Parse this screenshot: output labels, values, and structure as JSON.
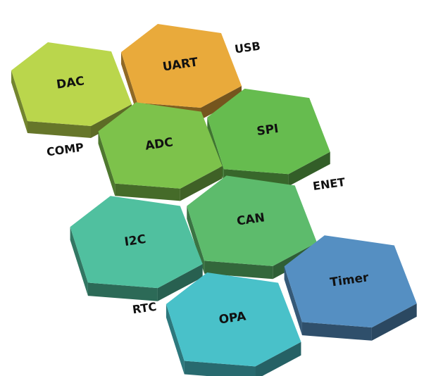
{
  "hexagons": [
    {
      "id": "dac",
      "label": "DAC",
      "color": "#bad64c"
    },
    {
      "id": "uart",
      "label": "UART",
      "color": "#e9aa3b"
    },
    {
      "id": "adc",
      "label": "ADC",
      "color": "#7dc24b"
    },
    {
      "id": "spi",
      "label": "SPI",
      "color": "#66bc4f"
    },
    {
      "id": "i2c",
      "label": "I2C",
      "color": "#50c09f"
    },
    {
      "id": "can",
      "label": "CAN",
      "color": "#5dbb6c"
    },
    {
      "id": "timer",
      "label": "Timer",
      "color": "#558fc2"
    },
    {
      "id": "opa",
      "label": "OPA",
      "color": "#49c1c9"
    }
  ],
  "outer_labels": {
    "usb": "USB",
    "comp": "COMP",
    "enet": "ENET",
    "rtc": "RTC"
  }
}
